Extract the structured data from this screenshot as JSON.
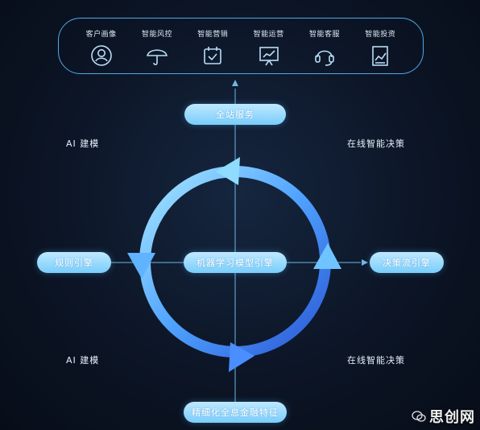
{
  "top_services": [
    {
      "label": "客户画像",
      "icon": "user-portrait-icon"
    },
    {
      "label": "智能风控",
      "icon": "umbrella-icon"
    },
    {
      "label": "智能营销",
      "icon": "calendar-check-icon"
    },
    {
      "label": "智能运营",
      "icon": "presentation-chart-icon"
    },
    {
      "label": "智能客服",
      "icon": "headset-icon"
    },
    {
      "label": "智能投资",
      "icon": "invest-chart-icon"
    }
  ],
  "pills": {
    "top": "全站服务",
    "left": "规则引擎",
    "center": "机器学习模型引擎",
    "right": "决策流引擎",
    "bottom": "精细化全息金融特征"
  },
  "corners": {
    "top_left": "AI 建模",
    "top_right": "在线智能决策",
    "bottom_left": "AI 建模",
    "bottom_right": "在线智能决策"
  },
  "watermark": {
    "text": "思创网"
  },
  "colors": {
    "accent": "#4fa9e6",
    "pill": "#8fd6fb",
    "ring_start": "#9fe3ff",
    "ring_end": "#2e63d8"
  }
}
